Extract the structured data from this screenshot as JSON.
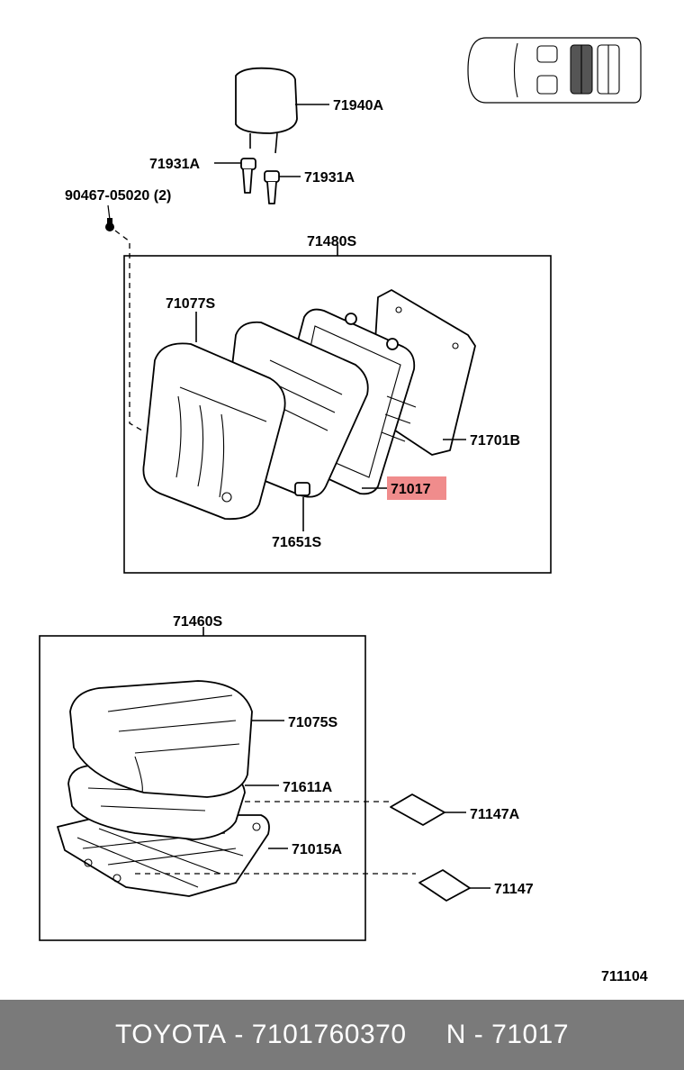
{
  "labels": {
    "headrest": "71940A",
    "headrest_support_left": "71931A",
    "headrest_support_right": "71931A",
    "bolt": "90467-05020 (2)",
    "seatback_assy": "71480S",
    "seatback_cover": "71077S",
    "seatback_board": "71701B",
    "seatback_frame": "71017",
    "seatback_pad": "71651S",
    "cushion_assy": "71460S",
    "cushion_cover": "71075S",
    "cushion_pad": "71611A",
    "cushion_frame": "71015A",
    "pad_a": "71147A",
    "pad_b": "71147",
    "figure_number": "711104"
  },
  "highlight": {
    "part": "71017",
    "color": "#f08c8c"
  },
  "footer": {
    "brand": "TOYOTA",
    "separator": " - ",
    "part_number": "7101760370",
    "gap": "     ",
    "ref_prefix": "N",
    "ref_separator": " - ",
    "ref_code": "71017",
    "background": "#7a7a7a"
  }
}
